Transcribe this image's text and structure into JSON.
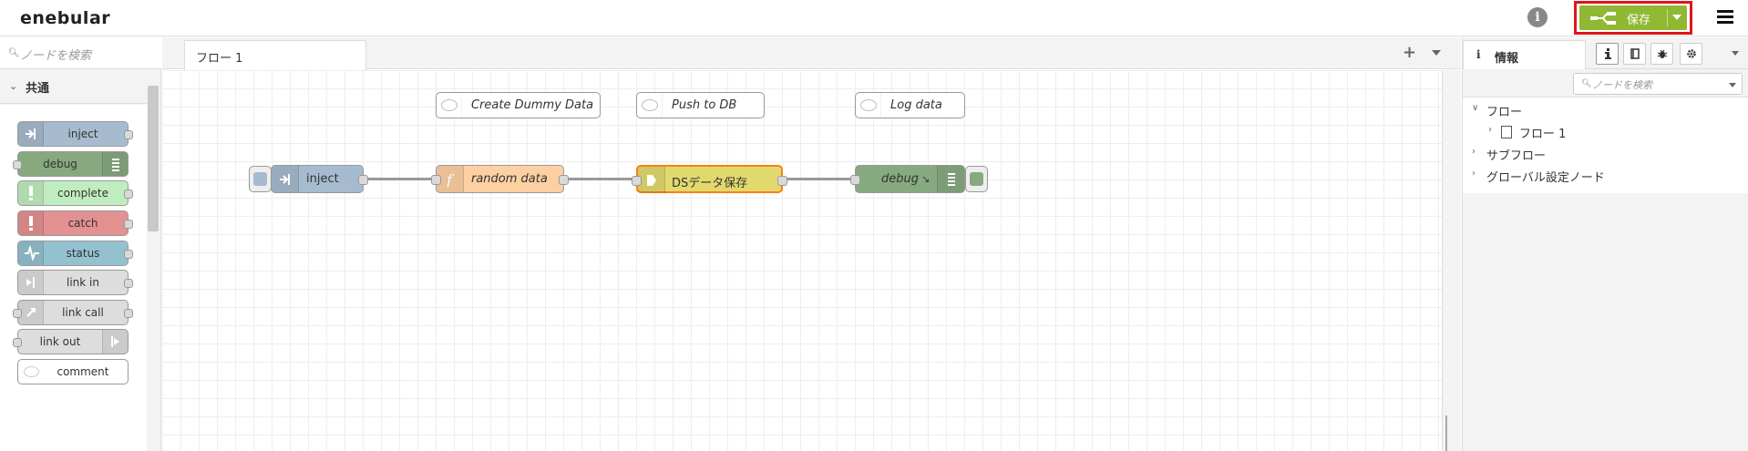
{
  "header": {
    "logo": "enebular",
    "save_label": "保存",
    "info_glyph": "i"
  },
  "palette": {
    "search_placeholder": "ノードを検索",
    "category": "共通",
    "nodes": [
      {
        "label": "inject",
        "color": "#a6bbcf",
        "icon": "arrow-in-icon"
      },
      {
        "label": "debug",
        "color": "#87a980",
        "icon": "list-icon"
      },
      {
        "label": "complete",
        "color": "#c0edc0",
        "icon": "exclamation-icon"
      },
      {
        "label": "catch",
        "color": "#e49191",
        "icon": "exclamation-icon"
      },
      {
        "label": "status",
        "color": "#94c1d0",
        "icon": "pulse-icon"
      },
      {
        "label": "link in",
        "color": "#dddddd",
        "icon": "link-in-icon"
      },
      {
        "label": "link call",
        "color": "#dddddd",
        "icon": "link-call-icon"
      },
      {
        "label": "link out",
        "color": "#dddddd",
        "icon": "link-out-icon"
      },
      {
        "label": "comment",
        "color": "#ffffff",
        "icon": "comment-icon"
      }
    ]
  },
  "workspace": {
    "tab_label": "フロー 1",
    "add_glyph": "+",
    "comments": [
      {
        "label": "Create Dummy Data"
      },
      {
        "label": "Push to DB"
      },
      {
        "label": "Log data"
      }
    ],
    "nodes": [
      {
        "label": "inject",
        "color": "#a6bbcf"
      },
      {
        "label": "random data",
        "color": "#fdd0a2"
      },
      {
        "label": "DSデータ保存",
        "color": "#e2d96e"
      },
      {
        "label": "debug",
        "color": "#87a980"
      }
    ]
  },
  "sidebar": {
    "tab_label": "情報",
    "tab_glyph": "i",
    "search_placeholder": "ノードを検索",
    "tree": {
      "flows": "フロー",
      "flow1": "フロー 1",
      "subflows": "サブフロー",
      "global": "グローバル設定ノード"
    }
  }
}
